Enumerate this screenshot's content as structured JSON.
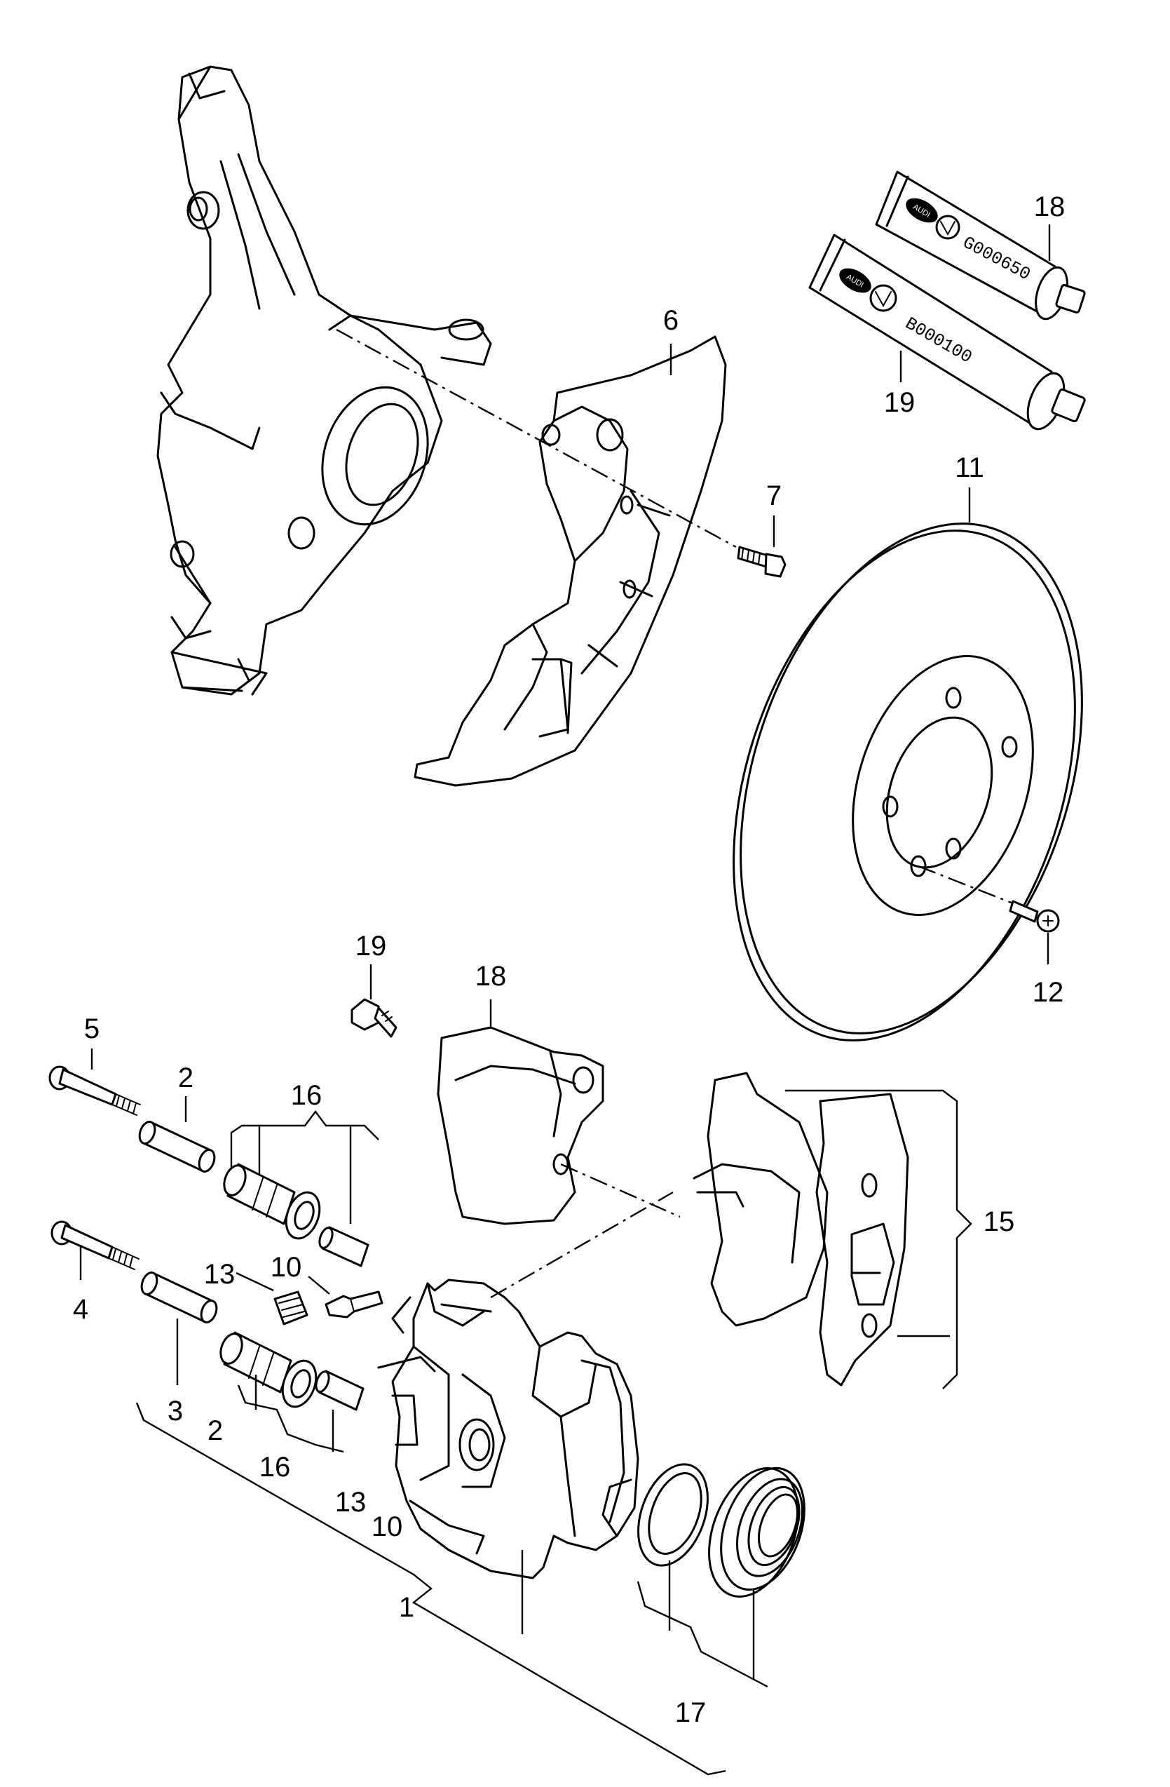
{
  "callouts": {
    "p1": "1",
    "p2a": "2",
    "p2b": "2",
    "p3": "3",
    "p4": "4",
    "p5": "5",
    "p6": "6",
    "p7": "7",
    "p10a": "10",
    "p10b": "10",
    "p11": "11",
    "p12": "12",
    "p13a": "13",
    "p13b": "13",
    "p15": "15",
    "p16a": "16",
    "p16b": "16",
    "p17": "17",
    "p18a": "18",
    "p18b": "18",
    "p19a": "19",
    "p19b": "19"
  },
  "tubes": {
    "top_code": "G000650",
    "bottom_code": "B000100"
  }
}
